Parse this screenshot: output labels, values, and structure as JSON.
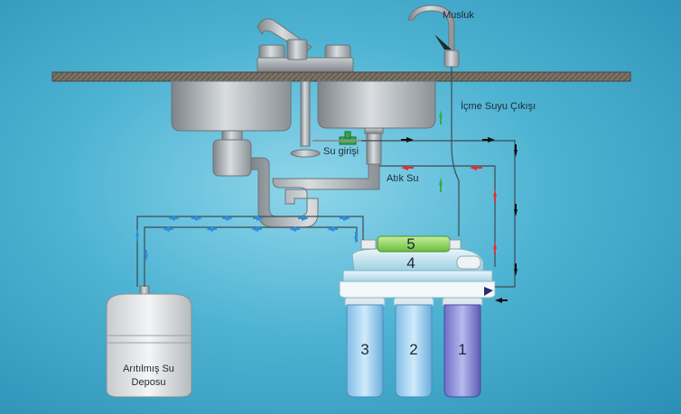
{
  "labels": {
    "faucet": "Musluk",
    "drinking_water_outlet": "İçme Suyu Çıkışı",
    "water_inlet": "Su girişi",
    "waste_water": "Atık Su",
    "tank_line1": "Arıtılmış Su",
    "tank_line2": "Deposu"
  },
  "stages": {
    "stage1": "1",
    "stage2": "2",
    "stage3": "3",
    "stage4": "4",
    "stage5": "5"
  },
  "colors": {
    "background": "#4fb4d3",
    "purified_flow": "#2e8fe0",
    "waste_flow": "#e03030",
    "drinking_flow": "#2fae4a",
    "input_flow": "#111111",
    "stage5_filter": "#8fd36a",
    "stage1_housing": "#8a8fd8",
    "stage2_3_housing": "#9fd4f4"
  }
}
